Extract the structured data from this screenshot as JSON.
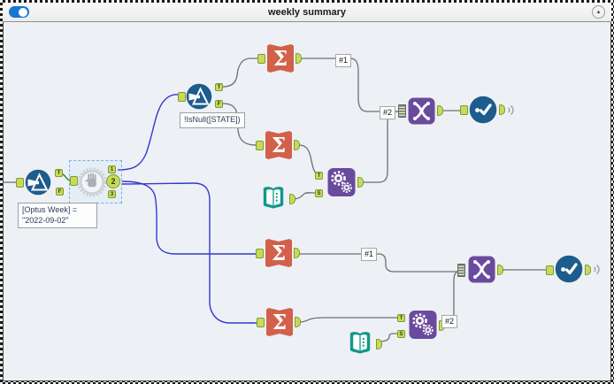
{
  "window": {
    "title": "weekly summary",
    "toggle_state": "on",
    "collapse_glyph": "▲"
  },
  "anchors": {
    "t": "T",
    "f": "F",
    "s": "S",
    "out1": "1",
    "out2": "2",
    "out3": "3"
  },
  "icons": {
    "sigma_glyph": "Σ"
  },
  "connection_labels": {
    "top_in1": "#1",
    "top_in2": "#2",
    "bottom_in1": "#1",
    "bottom_in2": "#2"
  },
  "annotations": {
    "filter_week_line1": "[Optus Week] =",
    "filter_week_line2": "\"2022-09-02\"",
    "filter_state": "!IsNull([STATE])"
  },
  "colors": {
    "canvas": "#edf1f5",
    "toolBlue": "#1d5c8c",
    "toolOrange": "#d2604a",
    "toolPurple": "#6a4a9d",
    "toolTeal": "#11988b",
    "anchorFill": "#c9da5b",
    "anchorBorder": "#7f9a30",
    "wire": "#6f6f6f",
    "wireSelected": "#3636d0",
    "wireGreen": "#2f8b35",
    "toggleBlue": "#1976d2",
    "selection": "#6fb3ec"
  }
}
